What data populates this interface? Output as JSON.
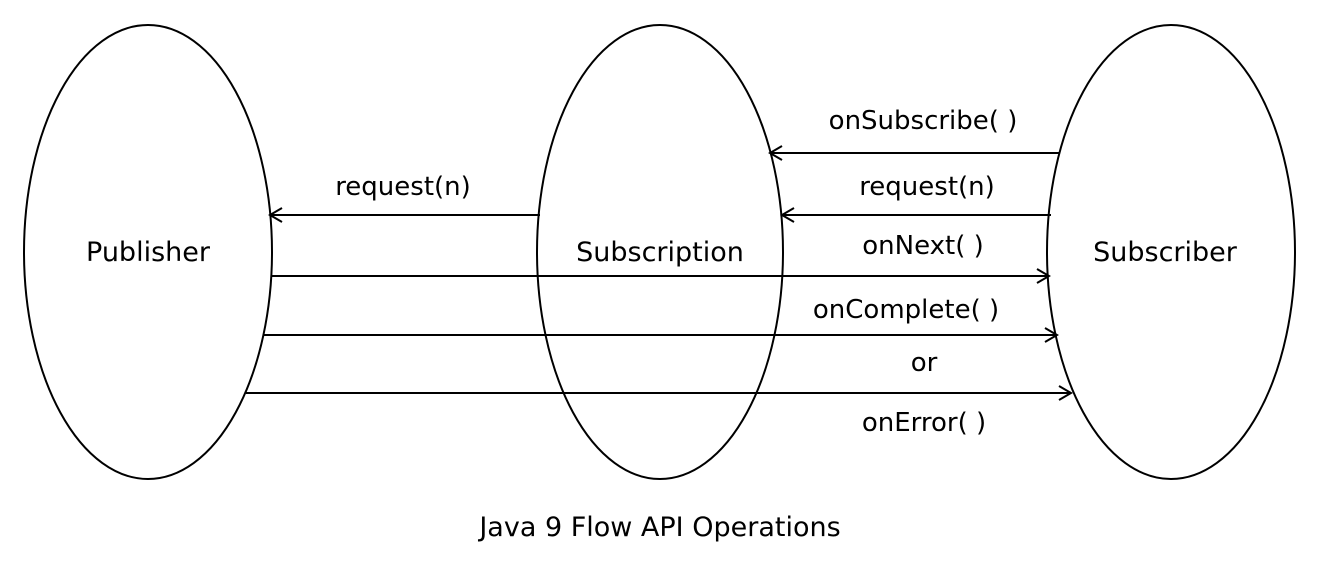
{
  "nodes": {
    "publisher": "Publisher",
    "subscription": "Subscription",
    "subscriber": "Subscriber"
  },
  "edges": {
    "request_pub": "request(n)",
    "on_subscribe": "onSubscribe( )",
    "request_sub": "request(n)",
    "on_next": "onNext( )",
    "on_complete": "onComplete( )",
    "or": "or",
    "on_error": "onError( )"
  },
  "caption": "Java 9 Flow API Operations",
  "colors": {
    "stroke": "#000000",
    "background": "#ffffff"
  }
}
